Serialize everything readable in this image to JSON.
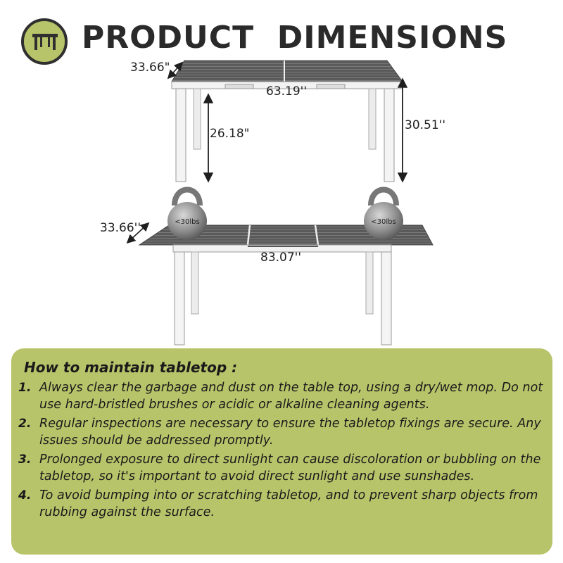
{
  "header": {
    "title": "PRODUCT  DIMENSIONS",
    "icon": "table-icon",
    "accent_color": "#b8c46a",
    "text_color": "#2a2a2a"
  },
  "table_closed": {
    "depth": "33.66\"",
    "length": "63.19''",
    "leg_clearance": "26.18\"",
    "height": "30.51''"
  },
  "table_extended": {
    "depth": "33.66''",
    "length": "83.07''",
    "weight_left": "<30lbs",
    "weight_right": "<30lbs"
  },
  "care": {
    "heading": "How to maintain tabletop :",
    "items": [
      {
        "num": "1.",
        "text": "Always clear the garbage and dust on the table top, using a dry/wet mop. Do not use hard-bristled brushes or acidic or alkaline cleaning agents."
      },
      {
        "num": "2.",
        "text": "Regular inspections are necessary to ensure the tabletop fixings are secure. Any issues should be addressed promptly."
      },
      {
        "num": "3.",
        "text": "Prolonged exposure to direct sunlight can cause discoloration or bubbling on the tabletop, so it's important to avoid direct sunlight and use sunshades."
      },
      {
        "num": "4.",
        "text": "To avoid bumping into or scratching tabletop, and to prevent sharp objects from rubbing against the surface."
      }
    ]
  }
}
